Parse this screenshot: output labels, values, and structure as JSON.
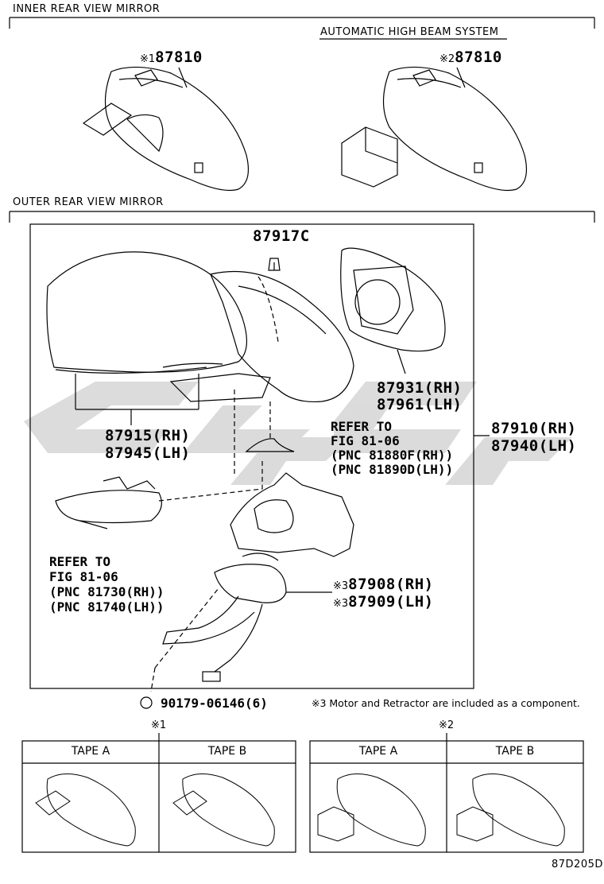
{
  "sections": {
    "inner": "INNER REAR VIEW MIRROR",
    "outer": "OUTER REAR VIEW MIRROR",
    "auto_high_beam": "AUTOMATIC HIGH BEAM SYSTEM"
  },
  "parts": {
    "inner_mirror_1": {
      "mark": "※1",
      "number": "87810"
    },
    "inner_mirror_2": {
      "mark": "※2",
      "number": "87810"
    },
    "screw": "87917C",
    "mirror_glass_rh": "87931(RH)",
    "mirror_glass_lh": "87961(LH)",
    "cover_rh": "87915(RH)",
    "cover_lh": "87945(LH)",
    "assy_rh": "87910(RH)",
    "assy_lh": "87940(LH)",
    "motor_rh": {
      "mark": "※3",
      "number": "87908(RH)"
    },
    "motor_lh": {
      "mark": "※3",
      "number": "87909(LH)"
    },
    "clip": "90179-06146(6)"
  },
  "refs": {
    "ref1": {
      "line1": "REFER TO",
      "line2": "FIG 81-06",
      "line3": "(PNC 81880F(RH))",
      "line4": "(PNC 81890D(LH))"
    },
    "ref2": {
      "line1": "REFER TO",
      "line2": "FIG 81-06",
      "line3": "(PNC 81730(RH))",
      "line4": "(PNC 81740(LH))"
    }
  },
  "note3": "※3 Motor and Retractor are included as a component.",
  "tables": {
    "t1": {
      "mark": "※1",
      "col_a": "TAPE A",
      "col_b": "TAPE B"
    },
    "t2": {
      "mark": "※2",
      "col_a": "TAPE A",
      "col_b": "TAPE B"
    }
  },
  "diagram_code": "87D205D"
}
